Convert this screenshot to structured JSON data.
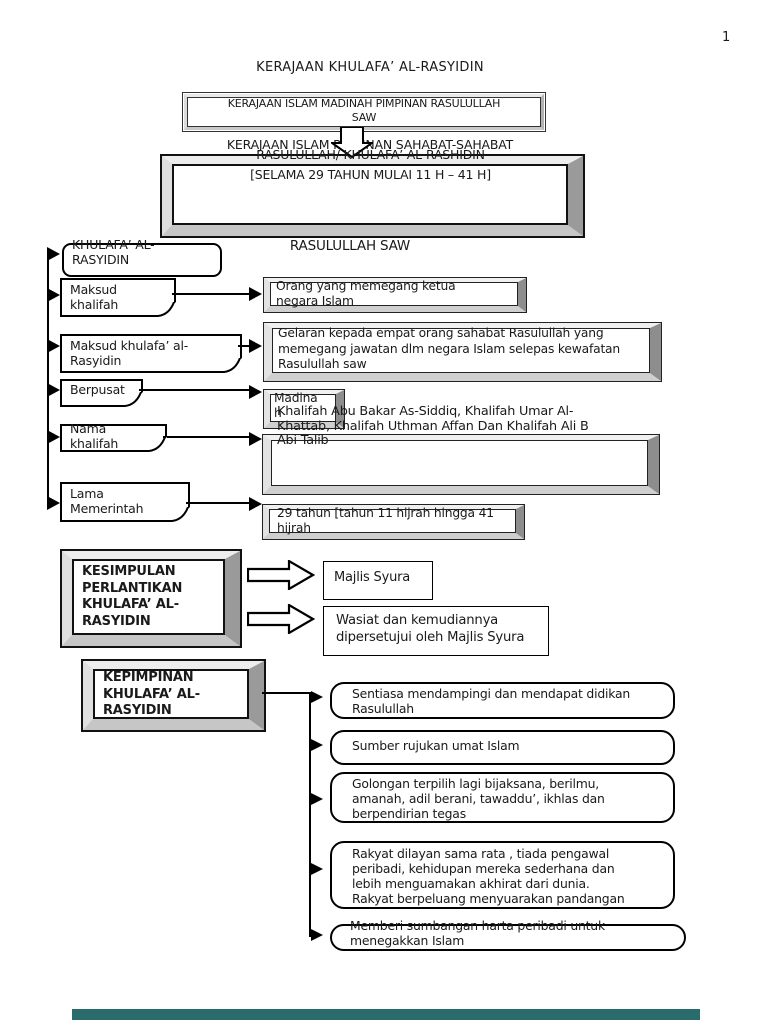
{
  "page": {
    "number": "1",
    "title": "KERAJAAN KHULAFA’ AL-RASYIDIN"
  },
  "header": {
    "box1": "KERAJAAN ISLAM MADINAH PIMPINAN RASULULLAH\nSAW",
    "connector_text": "KERAJAAN ISLAM  PIMPINAN  SAHABAT-SAHABAT",
    "box2_title": "RASULULLAH/ KHULAFA’ AL-RASHIDIN",
    "box2_subtitle": "[SELAMA 29 TAHUN MULAI 11 H – 41 H]",
    "caption": "RASULULLAH SAW"
  },
  "mindmap": {
    "root": "KHULAFA’ AL-\nRASYIDIN",
    "rows": [
      {
        "label": "Maksud\nkhalifah",
        "value": "Orang yang memegang ketua\nnegara Islam"
      },
      {
        "label": "Maksud khulafa’ al-\nRasyidin",
        "value": "Gelaran kepada empat orang sahabat Rasulullah yang\nmemegang jawatan dlm negara Islam selepas kewafatan\nRasulullah saw"
      },
      {
        "label": "Berpusat",
        "value": "Madina\nh"
      },
      {
        "label": "Nama\nkhalifah",
        "value": "Khalifah Abu Bakar As-Siddiq, Khalifah Umar Al-\nKhattab, Khalifah Uthman Affan Dan Khalifah Ali B\nAbi Talib"
      },
      {
        "label": "Lama\nMemerintah",
        "value": "29 tahun [tahun 11 hijrah hingga 41\nhijrah"
      }
    ]
  },
  "kesimpulan": {
    "title": "KESIMPULAN\nPERLANTIKAN\nKHULAFA’ AL-\nRASYIDIN",
    "results": [
      "Majlis Syura",
      "Wasiat dan kemudiannya\ndipersetujui oleh Majlis Syura"
    ]
  },
  "kepimpinan": {
    "title": "KEPIMPINAN\nKHULAFA’ AL-\nRASYIDIN",
    "points": [
      "Sentiasa mendampingi dan mendapat didikan\nRasulullah",
      "Sumber rujukan umat Islam",
      "Golongan terpilih lagi bijaksana, berilmu,\namanah, adil berani, tawaddu’, ikhlas dan\nberpendirian tegas",
      "Rakyat dilayan sama rata , tiada pengawal\nperibadi, kehidupan mereka sederhana dan\nlebih menguamakan akhirat dari dunia.\nRakyat berpeluang menyuarakan pandangan",
      "Memberi sumbangan harta peribadi untuk\nmenegakkan Islam"
    ]
  },
  "colors": {
    "footer_bar": "#2a6b6c",
    "text": "#1a1a1a"
  }
}
